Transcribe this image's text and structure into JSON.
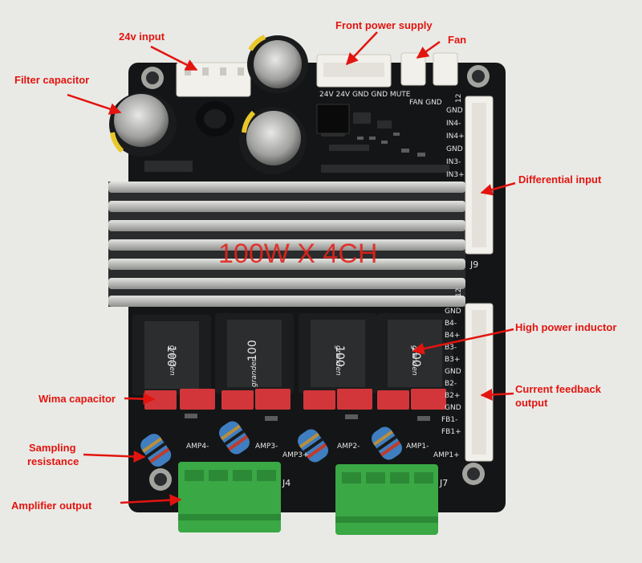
{
  "annotations": {
    "input_24v": "24v input",
    "front_power_supply": "Front power supply",
    "fan": "Fan",
    "filter_capacitor": "Filter capacitor",
    "differential_input": "Differential input",
    "high_power_inductor": "High power inductor",
    "current_feedback_output_line1": "Current feedback",
    "current_feedback_output_line2": "output",
    "wima_capacitor": "Wima capacitor",
    "sampling_resistance_line1": "Sampling",
    "sampling_resistance_line2": "resistance",
    "amplifier_output": "Amplifier output"
  },
  "overlay_title": "100W X 4CH",
  "board_silkscreen": {
    "j9": "J9",
    "j4": "J4",
    "j7": "J7",
    "j12_top": "12",
    "j12_bottom": "12",
    "power_header_pins": "24V 24V GND GND MUTE",
    "fan_header_pins": "FAN GND",
    "amp_labels": [
      "AMP4-",
      "AMP3-",
      "AMP3+",
      "AMP2-",
      "AMP1-",
      "AMP1+"
    ],
    "input_pins": [
      "GND",
      "IN4-",
      "IN4+",
      "GND",
      "IN3-",
      "IN3+"
    ],
    "feedback_pins": [
      "GND",
      "B4-",
      "B4+",
      "B3-",
      "B3+",
      "GND",
      "B2-",
      "B2+",
      "GND",
      "FB1-",
      "FB1+"
    ],
    "inductor_value": "100",
    "inductor_brand": "granden"
  },
  "colors": {
    "annotation_red": "#e3140f",
    "board_black": "#141516",
    "heatsink_silver": "#c8c9c6",
    "terminal_green": "#3aa845",
    "wima_red": "#d2363a",
    "resistor_blue": "#3f7ec0",
    "connector_white": "#f2f0ea"
  }
}
